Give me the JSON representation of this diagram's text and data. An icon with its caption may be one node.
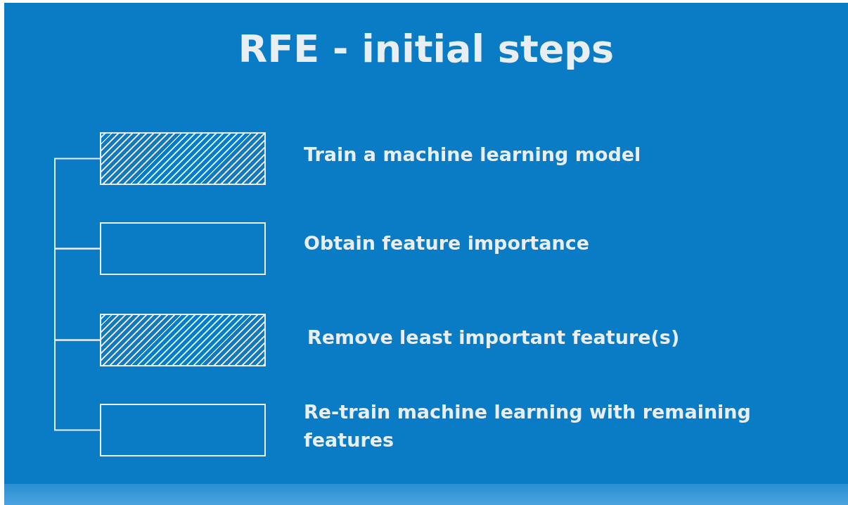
{
  "diagram": {
    "title": "RFE - initial steps",
    "nodes": [
      {
        "text": [],
        "shape": "box",
        "beside": [
          "Train a machine learning model"
        ]
      },
      {
        "text": [],
        "shape": "box",
        "beside": [
          "Obtain feature importance"
        ]
      },
      {
        "text": [],
        "shape": "box",
        "beside": [
          "Remove least important feature(s)"
        ]
      },
      {
        "text": [],
        "shape": "box",
        "beside": [
          "Re-train machine learning with remaining features"
        ]
      }
    ],
    "edges": [
      {
        "from": 0,
        "to": 1,
        "arrow": "none"
      },
      {
        "from": 1,
        "to": 2,
        "arrow": "none"
      },
      {
        "from": 2,
        "to": 3,
        "arrow": "none"
      }
    ]
  }
}
